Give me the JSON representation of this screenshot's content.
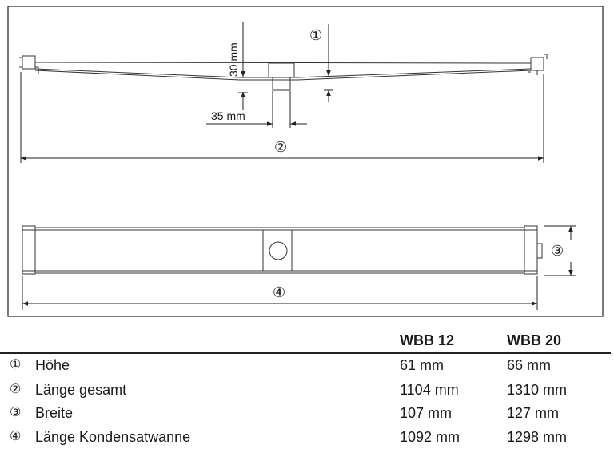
{
  "drawing": {
    "dim_30": "30 mm",
    "dim_35": "35 mm",
    "marker_1": "①",
    "marker_2": "②",
    "marker_3": "③",
    "marker_4": "④"
  },
  "table": {
    "headers": [
      "WBB 12",
      "WBB 20"
    ],
    "rows": [
      {
        "marker": "①",
        "label": "Höhe",
        "wbb12": "61 mm",
        "wbb20": "66 mm"
      },
      {
        "marker": "②",
        "label": "Länge gesamt",
        "wbb12": "1104 mm",
        "wbb20": "1310 mm"
      },
      {
        "marker": "③",
        "label": "Breite",
        "wbb12": "107 mm",
        "wbb20": "127 mm"
      },
      {
        "marker": "④",
        "label": "Länge Kondensatwanne",
        "wbb12": "1092 mm",
        "wbb20": "1298 mm"
      }
    ]
  }
}
